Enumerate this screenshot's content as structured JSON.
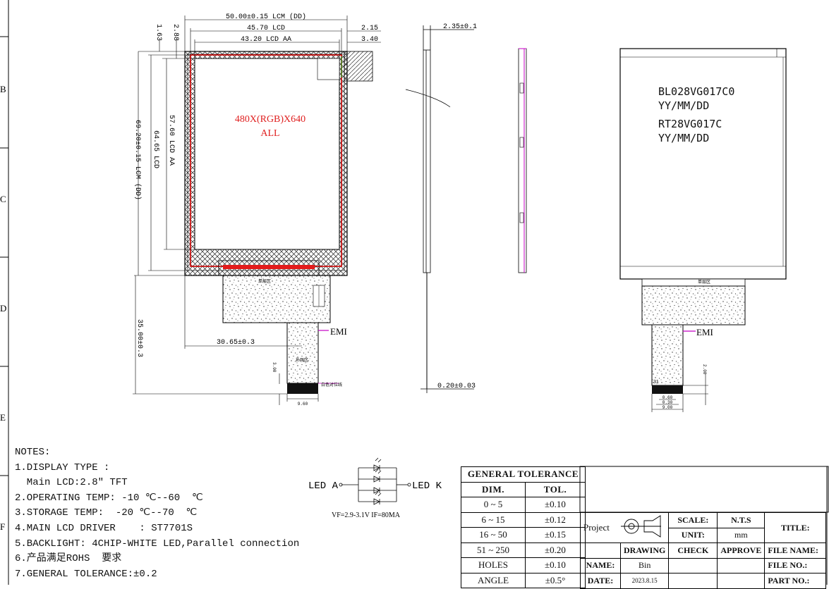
{
  "dims": {
    "lcm_width": "50.00±0.15  LCM  (DD)",
    "lcd_width": "45.70   LCD",
    "aa_width": "43.20   LCD   AA",
    "edge_1_63": "1.63",
    "edge_2_88": "2.88",
    "edge_2_15": "2.15",
    "edge_3_40": "3.40",
    "lcm_height": "69.20±0.15  LCM  (DD)",
    "lcd_height": "64.65   LCD",
    "aa_height": "57.60   LCD   AA",
    "fpc_length": "35.00±0.3",
    "fpc_offset": "30.65±0.3",
    "fpc_tab_3_00": "3.00",
    "fpc_tip_9_60": "9.60",
    "thickness": "2.35±0.1",
    "fpc_thickness": "0.20±0.03",
    "back_2_00": "2.00",
    "back_0_60": "0.60",
    "back_0_30": "0.30",
    "back_9_00": "9.00"
  },
  "panel": {
    "resolution": "480X(RGB)X640",
    "view": "ALL",
    "fpc_zone_label": "单层区",
    "fpc_tail_label": "补强区",
    "fpc_mark_label": "白色对位线",
    "emi_front": "EMI",
    "emi_back": "EMI",
    "back_zone_label": "单层区",
    "pin_31": "31"
  },
  "label": {
    "line1": "BL028VG017C0",
    "line2": "YY/MM/DD",
    "line3": "RT28VG017C",
    "line4": "YY/MM/DD"
  },
  "edge_marks": [
    "B",
    "C",
    "D",
    "E",
    "F"
  ],
  "led": {
    "anode": "LED A",
    "cathode": "LED K",
    "spec": "VF=2.9-3.1V   IF=80MA"
  },
  "notes": {
    "title": "NOTES:",
    "items": [
      "1.DISPLAY TYPE :",
      "  Main LCD:2.8″ TFT",
      "2.OPERATING TEMP: -10 ℃--60  ℃",
      "3.STORAGE TEMP:  -20 ℃--70  ℃",
      "4.MAIN LCD DRIVER    : ST7701S",
      "5.BACKLIGHT: 4CHIP-WHITE LED,Parallel connection",
      "6.产品满足ROHS  要求",
      "7.GENERAL TOLERANCE:±0.2"
    ]
  },
  "tolerance": {
    "title": "GENERAL TOLERANCE",
    "col_dim": "DIM.",
    "col_tol": "TOL.",
    "rows": [
      {
        "dim": "0   ~   5",
        "tol": "±0.10"
      },
      {
        "dim": "6   ~   15",
        "tol": "±0.12"
      },
      {
        "dim": "16   ~   50",
        "tol": "±0.15"
      },
      {
        "dim": "51   ~  250",
        "tol": "±0.20"
      },
      {
        "dim": "HOLES",
        "tol": "±0.10"
      },
      {
        "dim": "ANGLE",
        "tol": "±0.5°"
      }
    ]
  },
  "title_block": {
    "project": "Project",
    "scale_label": "SCALE:",
    "scale": "N.T.S",
    "unit_label": "UNIT:",
    "unit": "mm",
    "title_label": "TITLE:",
    "drawing": "DRAWING",
    "check": "CHECK",
    "approve": "APPROVE",
    "file_name": "FILE NAME:",
    "name_label": "NAME:",
    "name": "Bin",
    "file_no": "FILE NO.:",
    "date_label": "DATE:",
    "date": "2023.8.15",
    "part_no": "PART NO.:"
  }
}
